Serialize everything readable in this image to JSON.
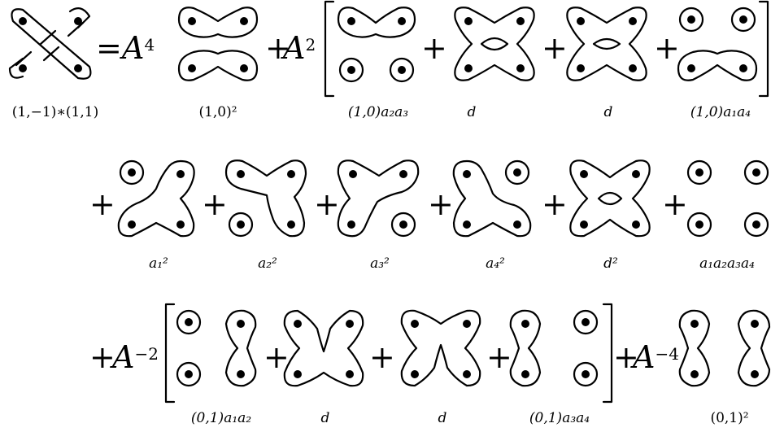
{
  "row1": {
    "equals": "=",
    "coef_a4": "A",
    "coef_a4_exp": "4",
    "plus": "+",
    "coef_a2": "A",
    "coef_a2_exp": "2",
    "labels": {
      "crossing": "(1,−1)∗(1,1)",
      "s1": "(1,0)²",
      "s2": "(1,0)a₂a₃",
      "s3": "d",
      "s4": "d",
      "s5": "(1,0)a₁a₄"
    }
  },
  "row2": {
    "plus": "+",
    "labels": {
      "t1": "a₁²",
      "t2": "a₂²",
      "t3": "a₃²",
      "t4": "a₄²",
      "t5": "d²",
      "t6": "a₁a₂a₃a₄"
    }
  },
  "row3": {
    "plus": "+",
    "coef_am2": "A",
    "coef_am2_exp": "−2",
    "coef_am4": "A",
    "coef_am4_exp": "−4",
    "labels": {
      "u1": "(0,1)a₁a₂",
      "u2": "d",
      "u3": "d",
      "u4": "(0,1)a₃a₄",
      "u5": "(0,1)²"
    }
  }
}
